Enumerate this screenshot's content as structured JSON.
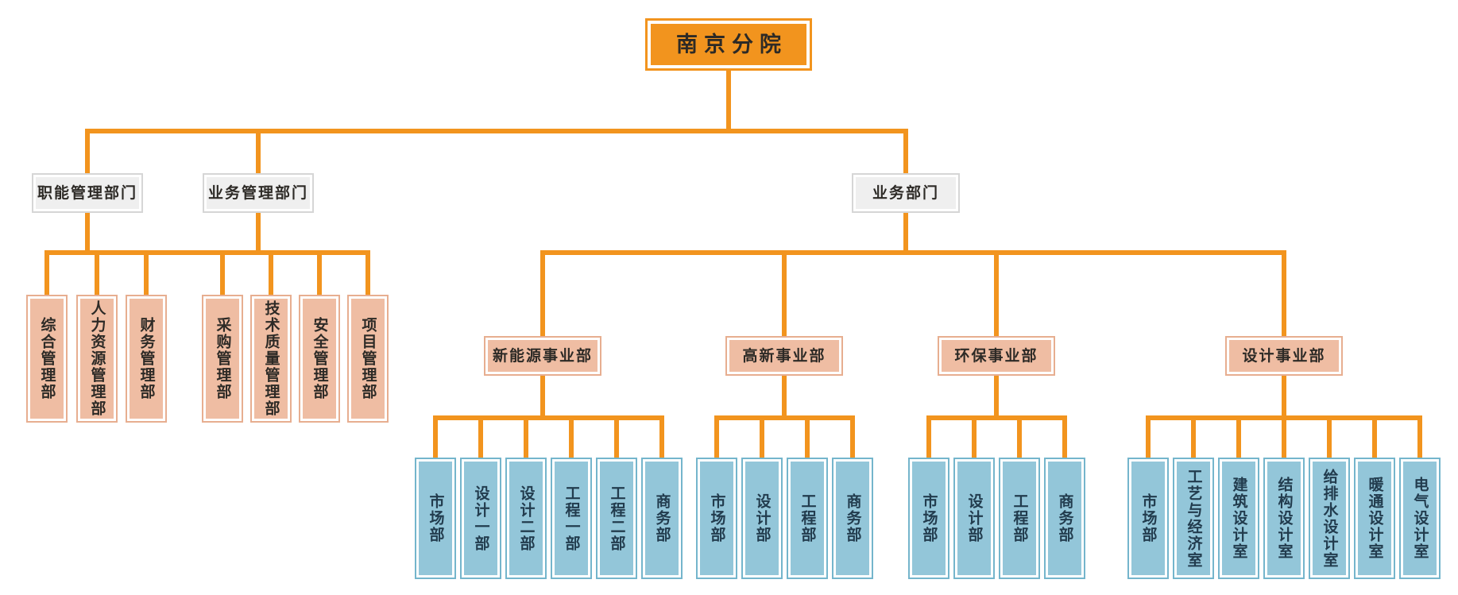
{
  "root": {
    "label": "南京分院"
  },
  "level2": [
    {
      "label": "职能管理部门"
    },
    {
      "label": "业务管理部门"
    },
    {
      "label": "业务部门"
    }
  ],
  "management_departments": [
    "综合管理部",
    "人力资源管理部",
    "财务管理部",
    "采购管理部",
    "技术质量管理部",
    "安全管理部",
    "项目管理部"
  ],
  "divisions": [
    {
      "label": "新能源事业部",
      "children": [
        "市场部",
        "设计一部",
        "设计二部",
        "工程一部",
        "工程二部",
        "商务部"
      ]
    },
    {
      "label": "高新事业部",
      "children": [
        "市场部",
        "设计部",
        "工程部",
        "商务部"
      ]
    },
    {
      "label": "环保事业部",
      "children": [
        "市场部",
        "设计部",
        "工程部",
        "商务部"
      ]
    },
    {
      "label": "设计事业部",
      "children": [
        "市场部",
        "工艺与经济室",
        "建筑设计室",
        "结构设计室",
        "给排水设计室",
        "暖通设计室",
        "电气设计室"
      ]
    }
  ],
  "colors": {
    "connector_orange": "#F2941E",
    "root_fill": "#F2941E",
    "gray_fill": "#EFEFEF",
    "gray_border": "#D6D6D6",
    "peach_fill": "#EFBDA3",
    "peach_border": "#E7AE90",
    "blue_fill": "#93C6D9",
    "blue_border": "#74B5CC",
    "text_dark": "#2D2A26",
    "leaf_text": "#223C4E"
  }
}
